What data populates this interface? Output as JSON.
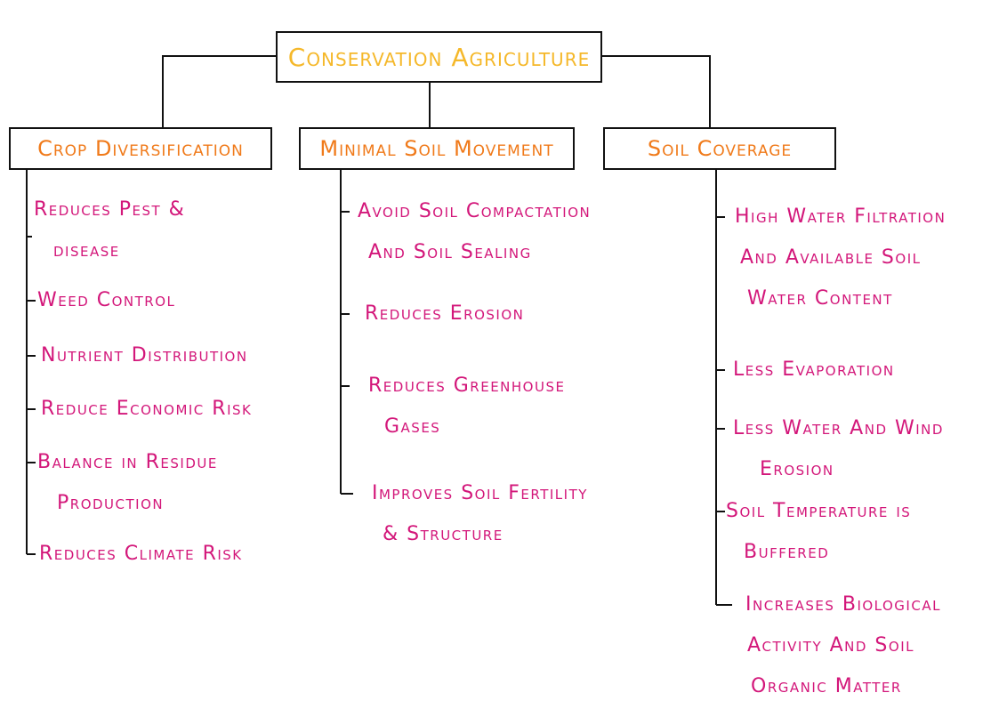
{
  "colors": {
    "root_text": "#f5b82a",
    "category_text": "#f07a1a",
    "item_text": "#d3177a",
    "line": "#111111"
  },
  "root": {
    "label": "Conservation Agriculture"
  },
  "categories": [
    {
      "label": "Crop Diversification",
      "items": [
        [
          "Reduces Pest &",
          "disease"
        ],
        [
          "Weed Control"
        ],
        [
          "Nutrient Distribution"
        ],
        [
          "Reduce Economic Risk"
        ],
        [
          "Balance in Residue",
          "Production"
        ],
        [
          "Reduces Climate Risk"
        ]
      ]
    },
    {
      "label": "Minimal Soil Movement",
      "items": [
        [
          "Avoid Soil Compactation",
          "And Soil Sealing"
        ],
        [
          "Reduces Erosion"
        ],
        [
          "Reduces Greenhouse",
          "Gases"
        ],
        [
          "Improves Soil Fertility",
          "& Structure"
        ]
      ]
    },
    {
      "label": "Soil Coverage",
      "items": [
        [
          "High Water Filtration",
          "And Available Soil",
          "Water Content"
        ],
        [
          "Less Evaporation"
        ],
        [
          "Less Water And Wind",
          "Erosion"
        ],
        [
          "Soil Temperature is",
          "Buffered"
        ],
        [
          "Increases Biological",
          "Activity And Soil",
          "Organic Matter"
        ]
      ]
    }
  ]
}
